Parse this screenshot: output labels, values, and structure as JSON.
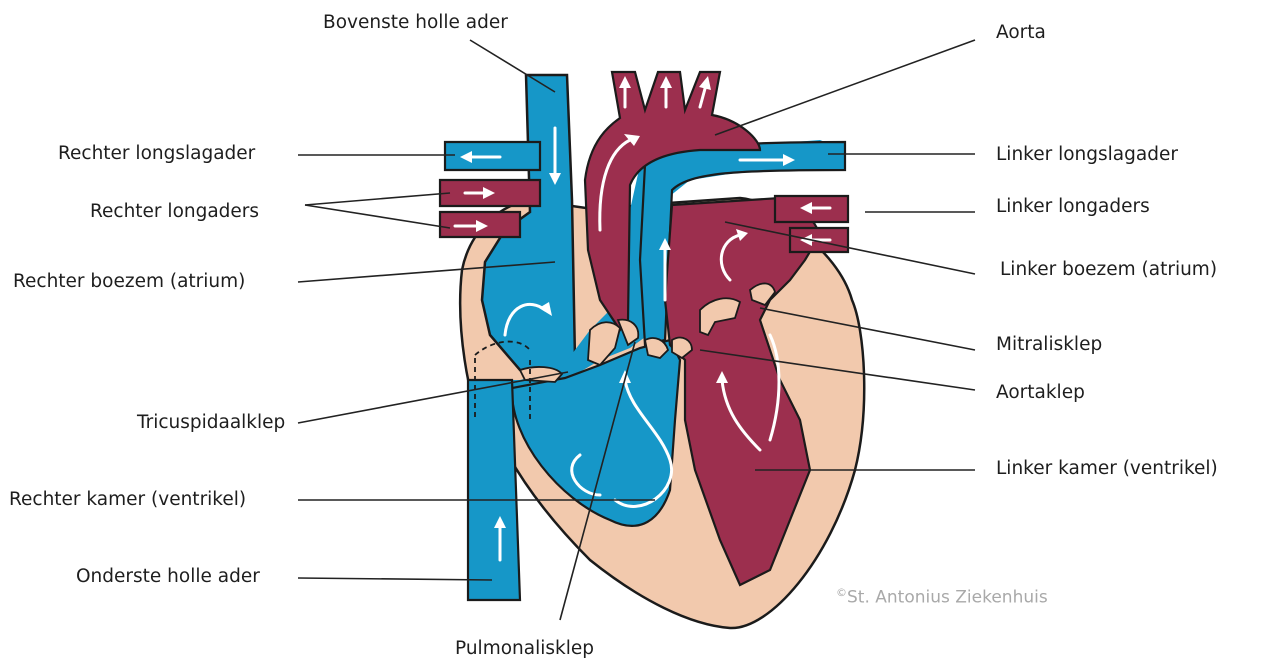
{
  "colors": {
    "oxygen_poor_blood": "#1697c8",
    "oxygen_rich_blood": "#9c2f4e",
    "heart_wall": "#f2c9ad",
    "outline": "#1b1b1b",
    "label_text": "#1e1e1e",
    "copyright_text": "#a9a9a9"
  },
  "labels": {
    "superior_vena_cava": "Bovenste holle ader",
    "aorta": "Aorta",
    "right_pulmonary_artery": "Rechter longslagader",
    "left_pulmonary_artery": "Linker longslagader",
    "right_pulmonary_veins": "Rechter longaders",
    "left_pulmonary_veins": "Linker longaders",
    "right_atrium": "Rechter boezem (atrium)",
    "left_atrium": "Linker boezem (atrium)",
    "mitral_valve": "Mitralisklep",
    "aortic_valve": "Aortaklep",
    "tricuspid_valve": "Tricuspidaalklep",
    "left_ventricle": "Linker kamer (ventrikel)",
    "right_ventricle": "Rechter kamer (ventrikel)",
    "inferior_vena_cava": "Onderste holle ader",
    "pulmonary_valve": "Pulmonalisklep"
  },
  "copyright": {
    "symbol": "©",
    "text": "St. Antonius Ziekenhuis"
  }
}
